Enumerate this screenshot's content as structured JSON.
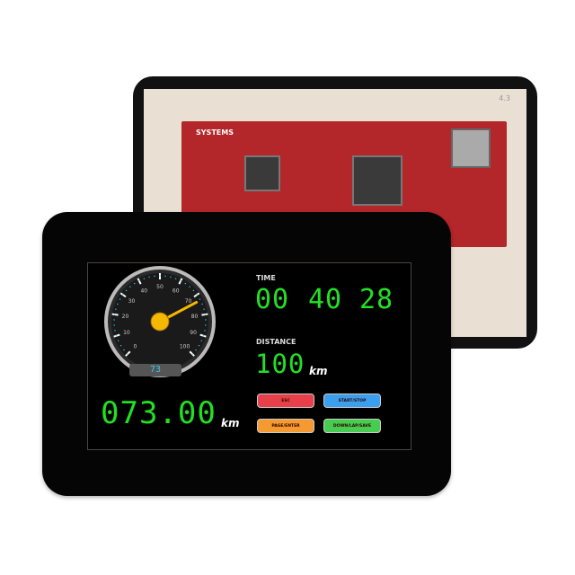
{
  "back_board": {
    "brand": "SYSTEMS",
    "size_label": "4.3"
  },
  "screen": {
    "gauge": {
      "value": 73,
      "min": 0,
      "max": 100,
      "ticks": [
        "0",
        "10",
        "20",
        "30",
        "40",
        "50",
        "60",
        "70",
        "80",
        "90",
        "100"
      ],
      "readout": "73"
    },
    "odometer": {
      "value": "073.00",
      "unit": "km"
    },
    "time": {
      "label": "TIME",
      "hours": "00",
      "minutes": "40",
      "seconds": "28"
    },
    "distance": {
      "label": "DISTANCE",
      "value": "100",
      "unit": "km"
    },
    "buttons": [
      {
        "label": "ESC",
        "color": "#e8404a"
      },
      {
        "label": "START/STOP",
        "color": "#3aa0ee"
      },
      {
        "label": "PAGE/ENTER",
        "color": "#f49a30"
      },
      {
        "label": "DOWN/LAP/SAVE",
        "color": "#46cc50"
      }
    ]
  },
  "colors": {
    "digit": "#22e022",
    "needle": "#f5b800",
    "pcb": "#b3262a"
  }
}
